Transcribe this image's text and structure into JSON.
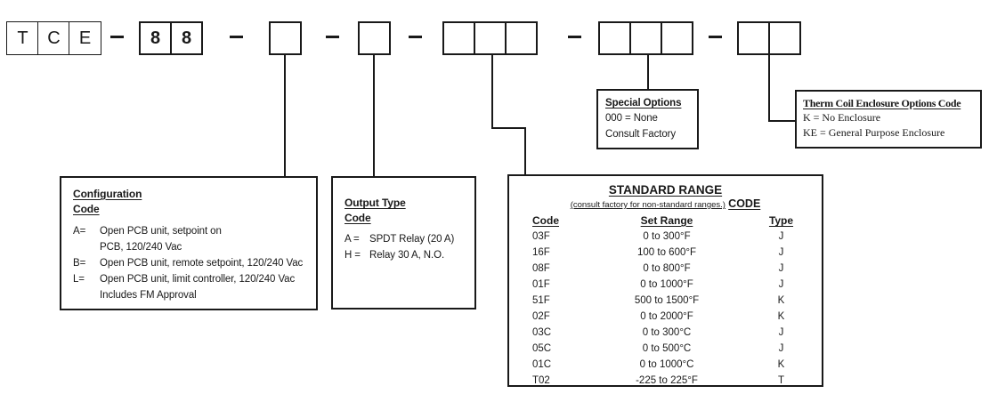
{
  "colors": {
    "ink": "#191919",
    "background": "#ffffff"
  },
  "part_number": {
    "prefix": [
      "T",
      "C",
      "E"
    ],
    "model": [
      "8",
      "8"
    ],
    "separator": "-"
  },
  "configuration": {
    "title": "Configuration",
    "title2": "Code",
    "rows": [
      {
        "code": "A=",
        "text": "Open PCB unit, setpoint on"
      },
      {
        "code": "",
        "text": "PCB, 120/240 Vac"
      },
      {
        "code": "B=",
        "text": "Open PCB unit, remote setpoint, 120/240 Vac"
      },
      {
        "code": "L=",
        "text": "Open PCB unit, limit controller, 120/240 Vac"
      },
      {
        "code": "",
        "text": "Includes FM Approval"
      }
    ]
  },
  "output_type": {
    "title": "Output Type",
    "title2": "Code",
    "rows": [
      {
        "code": "A =",
        "text": "SPDT Relay (20 A)"
      },
      {
        "code": "H =",
        "text": "Relay 30 A, N.O."
      }
    ]
  },
  "standard_range": {
    "title": "STANDARD RANGE",
    "subtitle": "(consult factory for non-standard ranges.)",
    "code_label": "CODE",
    "col_code": "Code",
    "col_range": "Set Range",
    "col_type": "Type",
    "rows": [
      [
        "03F",
        "0 to 300°F",
        "J"
      ],
      [
        "16F",
        "100 to 600°F",
        "J"
      ],
      [
        "08F",
        "0 to 800°F",
        "J"
      ],
      [
        "01F",
        "0 to 1000°F",
        "J"
      ],
      [
        "51F",
        "500 to 1500°F",
        "K"
      ],
      [
        "02F",
        "0 to 2000°F",
        "K"
      ],
      [
        "03C",
        "0 to 300°C",
        "J"
      ],
      [
        "05C",
        "0 to 500°C",
        "J"
      ],
      [
        "01C",
        "0 to 1000°C",
        "K"
      ],
      [
        "T02",
        "-225 to 225°F",
        "T"
      ]
    ]
  },
  "special_options": {
    "title": "Special Options",
    "line1": "000 = None",
    "line2": "Consult Factory"
  },
  "enclosure_options": {
    "title": "Therm Coil Enclosure Options Code",
    "line1": "K = No Enclosure",
    "line2": "KE = General Purpose Enclosure"
  }
}
